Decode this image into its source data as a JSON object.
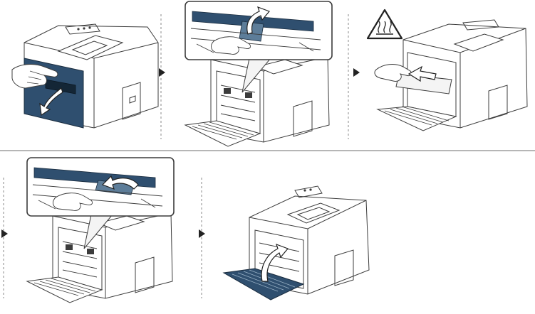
{
  "colors": {
    "line": "#3c3c3c",
    "light_line": "#8a8a8a",
    "highlight": "#2f4f6f",
    "highlight_light": "#5d7d99",
    "paper": "#f4f4f4",
    "separator": "#6e6e6e",
    "warning_fill": "#ffffff",
    "arrow_fill": "#222222"
  },
  "steps": [
    {
      "id": "open-rear-cover",
      "icons": [
        "hand-icon",
        "curved-arrow-down-icon"
      ]
    },
    {
      "id": "lower-fuser-levers",
      "icons": [
        "curved-arrow-up-icon",
        "magnifier-callout"
      ]
    },
    {
      "id": "pull-paper-out",
      "icons": [
        "hot-surface-warning-icon",
        "hand-icon",
        "arrow-left-icon"
      ]
    },
    {
      "id": "raise-fuser-levers",
      "icons": [
        "curved-arrow-left-icon",
        "magnifier-callout"
      ]
    },
    {
      "id": "close-rear-cover",
      "icons": [
        "curved-arrow-up-icon"
      ]
    }
  ],
  "separators": [
    "step-arrow-icon",
    "step-arrow-icon",
    "step-arrow-icon",
    "step-arrow-icon"
  ]
}
